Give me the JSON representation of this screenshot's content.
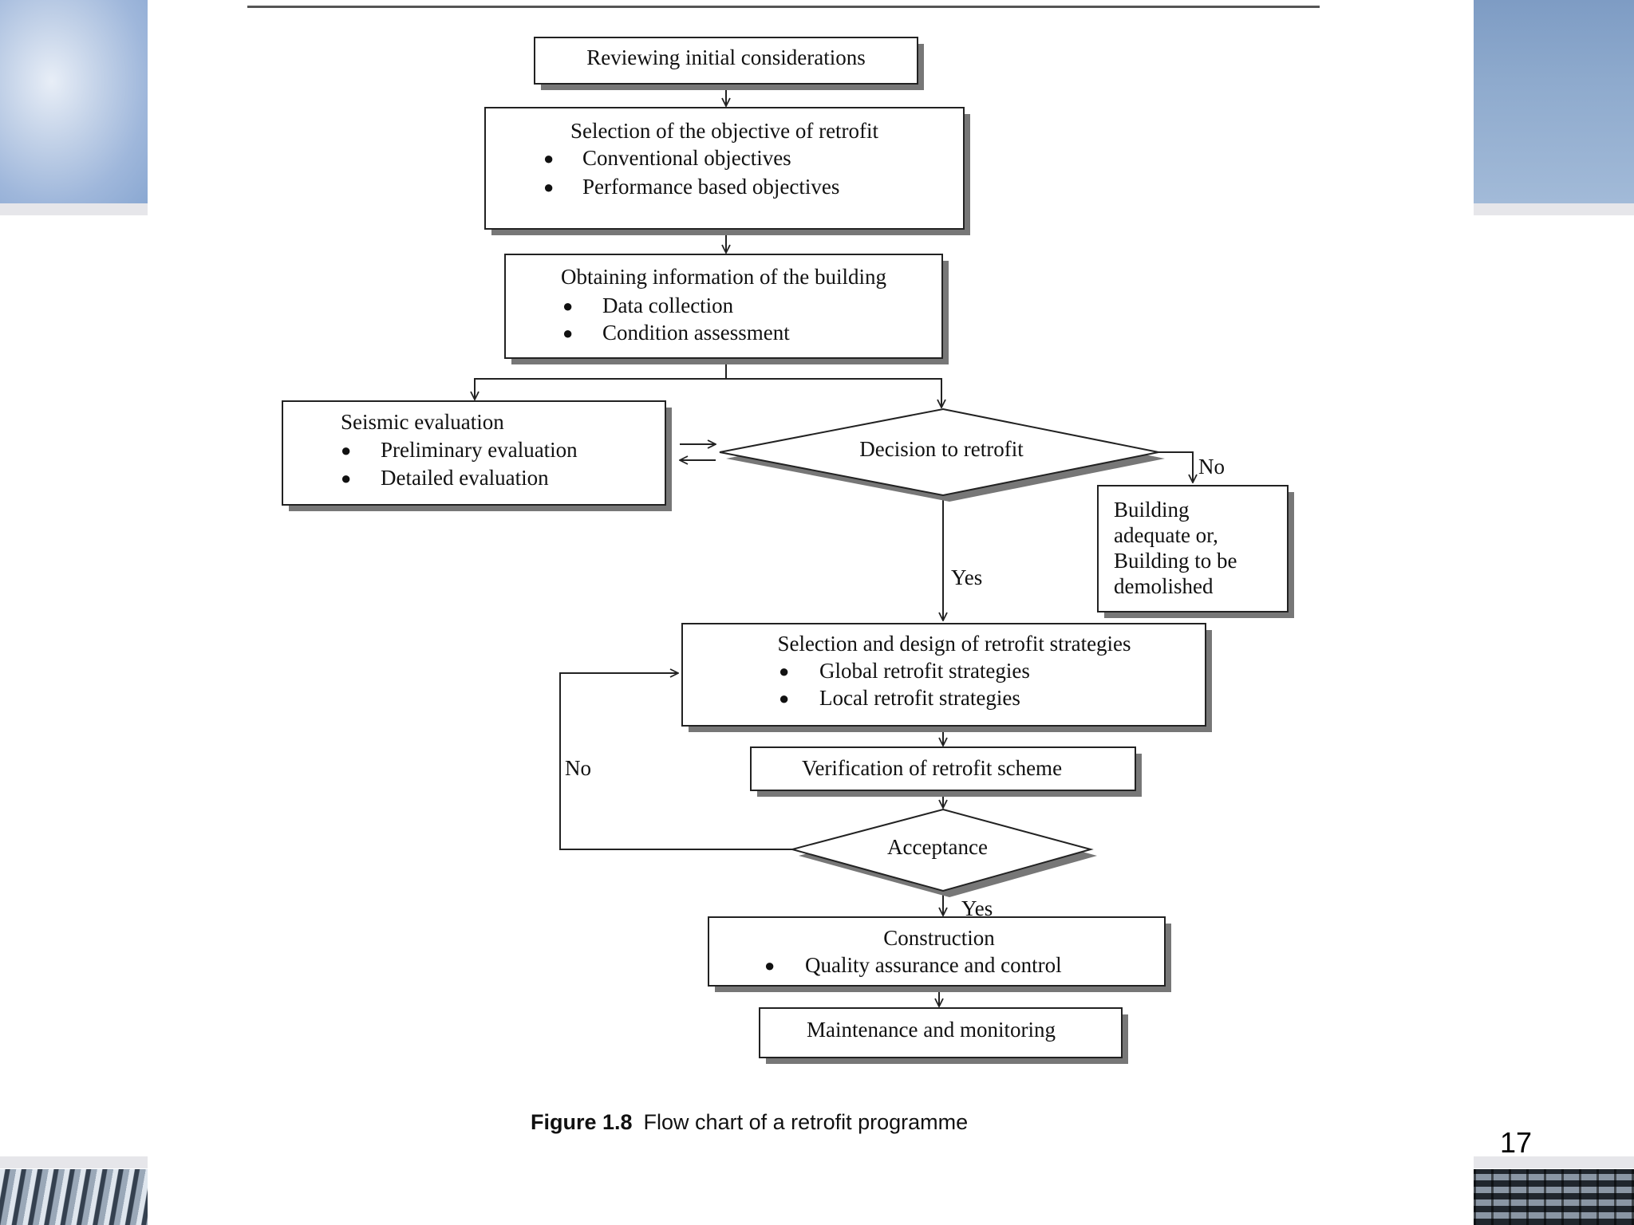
{
  "diagram": {
    "nodes": {
      "review": {
        "title": "Reviewing initial considerations"
      },
      "objective": {
        "title": "Selection of the objective of retrofit",
        "bullets": [
          "Conventional objectives",
          "Performance based objectives"
        ]
      },
      "info": {
        "title": "Obtaining information of the building",
        "bullets": [
          "Data collection",
          "Condition assessment"
        ]
      },
      "seismic": {
        "title": "Seismic evaluation",
        "bullets": [
          "Preliminary evaluation",
          "Detailed evaluation"
        ]
      },
      "decision": {
        "title": "Decision to retrofit"
      },
      "adequate": {
        "lines": [
          "Building",
          "adequate or,",
          "Building to be",
          "demolished"
        ]
      },
      "strategies": {
        "title": "Selection and design of retrofit strategies",
        "bullets": [
          "Global retrofit strategies",
          "Local retrofit strategies"
        ]
      },
      "verification": {
        "title": "Verification of retrofit scheme"
      },
      "acceptance": {
        "title": "Acceptance"
      },
      "construction": {
        "title": "Construction",
        "bullets": [
          "Quality assurance and control"
        ]
      },
      "maintenance": {
        "title": "Maintenance and monitoring"
      }
    },
    "edge_labels": {
      "decision_no": "No",
      "decision_yes": "Yes",
      "acceptance_no": "No",
      "acceptance_yes": "Yes"
    }
  },
  "caption": {
    "figure_number": "Figure 1.8",
    "text": "Flow chart of a retrofit programme"
  },
  "page_number": "17"
}
